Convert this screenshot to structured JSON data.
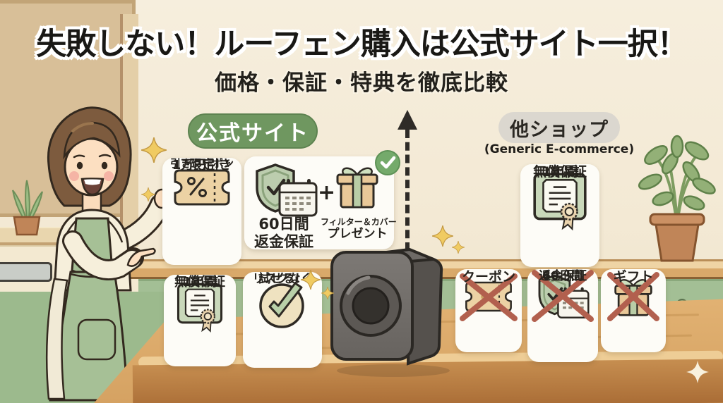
{
  "header": {
    "title": "失敗しない！ルーフェン購入は公式サイト一択！",
    "subtitle": "価格・保証・特典を徹底比較"
  },
  "official_column": {
    "badge_label": "公式サイト",
    "cards": {
      "coupon": {
        "line1": "限定",
        "line2": "1万円引き",
        "line3": "引きクーポン"
      },
      "moneyback_gift": {
        "plus_sign": "+",
        "moneyback_line1": "60日間",
        "moneyback_line2": "返金保証",
        "gift_line1": "フィルター＆カバー",
        "gift_line2": "プレゼント"
      },
      "warranty": {
        "line1": "1年間",
        "line2": "無償保証"
      },
      "no_risk": {
        "line1": "リスクなく",
        "line2": "試せる！"
      }
    }
  },
  "other_column": {
    "badge_label": "他ショップ",
    "badge_sublabel": "(Generic E-commerce)",
    "cards": {
      "warranty": {
        "line1": "1年間",
        "line2": "無償保証"
      },
      "coupon": {
        "label": "クーポン"
      },
      "moneyback": {
        "line1": "60日間",
        "line2": "返金保証"
      },
      "gift": {
        "label": "ギフト"
      }
    }
  },
  "colors": {
    "official_badge_green": "#6f9760",
    "other_badge_gray": "#dbd7cf",
    "check_green": "#74aa6b",
    "cross_red": "#b2604e",
    "card_white": "#fdfcf7",
    "sparkle_gold": "#f0cb62",
    "wall_cream": "#f3e9d4",
    "table_wood": "#dcab6d",
    "cabinet_green": "#a3bf95"
  }
}
